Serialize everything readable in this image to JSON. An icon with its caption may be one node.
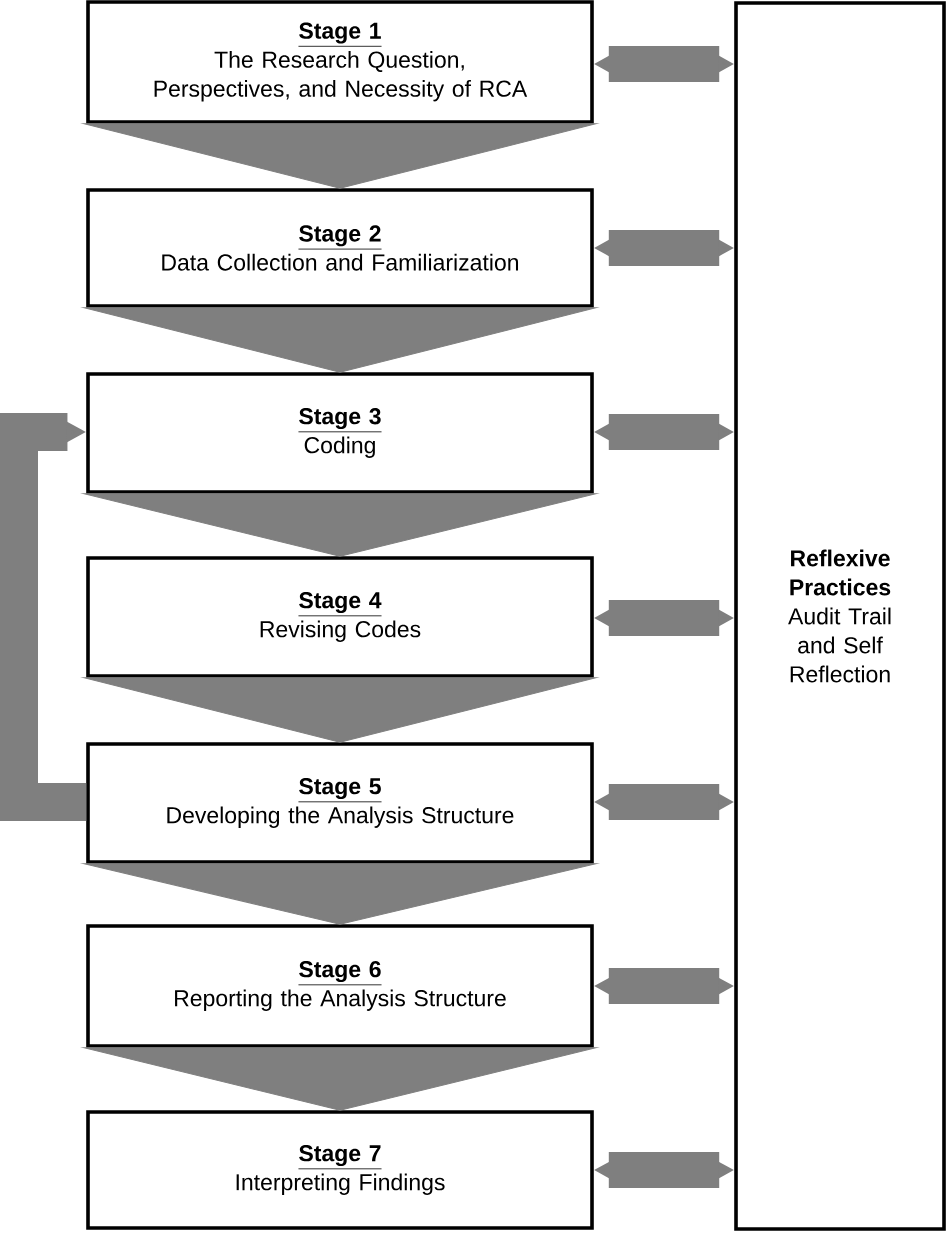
{
  "diagram": {
    "nodes": [
      {
        "text": [
          "Stage 1",
          "The Research Question, Perspectives, and Necessity of RCA"
        ]
      },
      {
        "text": [
          "Stage 2",
          "Data Collection and Familiarization"
        ]
      },
      {
        "text": [
          "Stage 3",
          "Coding"
        ]
      },
      {
        "text": [
          "Stage 4",
          "Revising Codes"
        ]
      },
      {
        "text": [
          "Stage 5",
          "Developing the Analysis Structure"
        ]
      },
      {
        "text": [
          "Stage 6",
          "Reporting the Analysis Structure"
        ]
      },
      {
        "text": [
          "Stage 7",
          "Interpreting Findings"
        ]
      },
      {
        "text": [
          "Reflexive Practices",
          "Audit Trail and Self Reflection"
        ]
      }
    ],
    "edges": [
      {
        "from": 0,
        "to": 1,
        "arrow": "to"
      },
      {
        "from": 1,
        "to": 2,
        "arrow": "to"
      },
      {
        "from": 2,
        "to": 3,
        "arrow": "to"
      },
      {
        "from": 3,
        "to": 4,
        "arrow": "to"
      },
      {
        "from": 4,
        "to": 5,
        "arrow": "to"
      },
      {
        "from": 5,
        "to": 6,
        "arrow": "to"
      },
      {
        "from": 0,
        "to": 7,
        "arrow": "both"
      },
      {
        "from": 1,
        "to": 7,
        "arrow": "both"
      },
      {
        "from": 2,
        "to": 7,
        "arrow": "both"
      },
      {
        "from": 3,
        "to": 7,
        "arrow": "both"
      },
      {
        "from": 4,
        "to": 7,
        "arrow": "both"
      },
      {
        "from": 5,
        "to": 7,
        "arrow": "both"
      },
      {
        "from": 6,
        "to": 7,
        "arrow": "both"
      },
      {
        "from": 4,
        "to": 2,
        "arrow": "to"
      }
    ]
  }
}
